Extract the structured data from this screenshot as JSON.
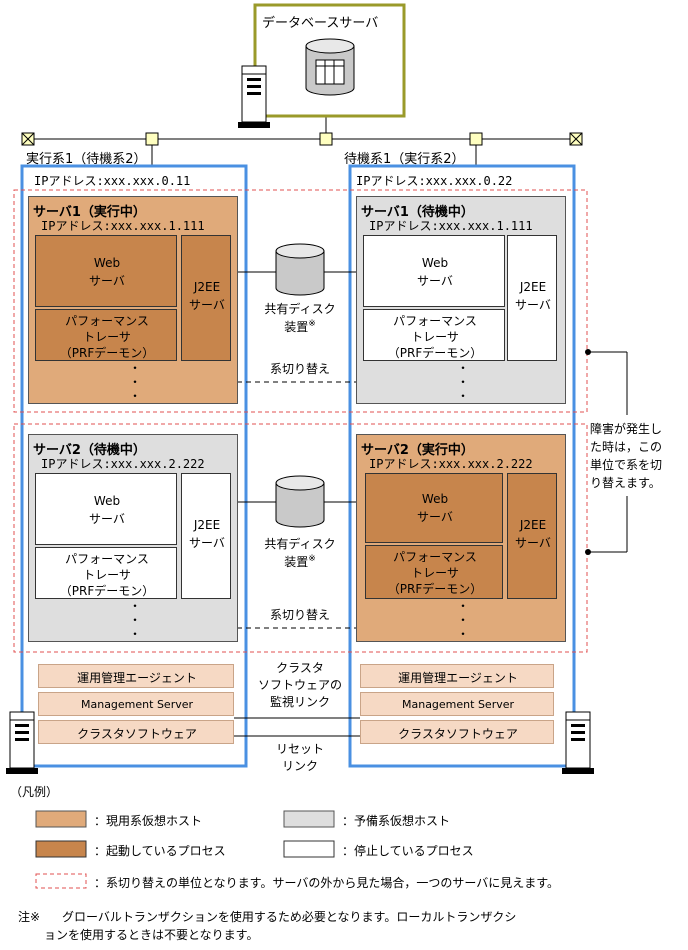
{
  "db": {
    "label": "データベースサーバ"
  },
  "left_system": {
    "label": "実行系1（待機系2）",
    "ip": "IPアドレス:xxx.xxx.0.11"
  },
  "right_system": {
    "label": "待機系1（実行系2）",
    "ip": "IPアドレス:xxx.xxx.0.22"
  },
  "servers": {
    "s1_left": {
      "title": "サーバ1（実行中）",
      "ip": "IPアドレス:xxx.xxx.1.111"
    },
    "s1_right": {
      "title": "サーバ1（待機中）",
      "ip": "IPアドレス:xxx.xxx.1.111"
    },
    "s2_left": {
      "title": "サーバ2（待機中）",
      "ip": "IPアドレス:xxx.xxx.2.222"
    },
    "s2_right": {
      "title": "サーバ2（実行中）",
      "ip": "IPアドレス:xxx.xxx.2.222"
    }
  },
  "process": {
    "web_line1": "Web",
    "web_line2": "サーバ",
    "perf_line1": "パフォーマンス",
    "perf_line2": "トレーサ",
    "perf_line3": "（PRFデーモン）",
    "j2ee_line1": "J2EE",
    "j2ee_line2": "サーバ",
    "ellipsis": "・"
  },
  "shared_disk": {
    "line1": "共有ディスク",
    "line2": "装置",
    "note": "※"
  },
  "switchover": {
    "label": "系切り替え"
  },
  "side_note": {
    "text": [
      "障害が発生し",
      "た時は，この",
      "単位で系を切",
      "り替えます。"
    ]
  },
  "bottom": {
    "agent": "運用管理エージェント",
    "mgmt": "Management Server",
    "cluster": "クラスタソフトウェア",
    "monitor_link": [
      "クラスタ",
      "ソフトウェアの",
      "監視リンク"
    ],
    "reset_link": [
      "リセット",
      "リンク"
    ]
  },
  "legend": {
    "title": "（凡例）",
    "active_host": "：現用系仮想ホスト",
    "standby_host": "：予備系仮想ホスト",
    "running_proc": "：起動しているプロセス",
    "stopped_proc": "：停止しているプロセス",
    "switch_unit": "：系切り替えの単位となります。サーバの外から見た場合，一つのサーバに見えます。"
  },
  "footnote": {
    "mark": "注※",
    "line1": "グローバルトランザクションを使用するため必要となります。ローカルトランザクシ",
    "line2": "ョンを使用するときは不要となります。"
  },
  "colors": {
    "active_host": "#e0aa7a",
    "standby_host": "#dedede",
    "running_process": "#c7854c",
    "stopped_process": "#ffffff",
    "system_border": "#4a90e2",
    "db_border": "#9a9a2a",
    "dashed": "#e05050"
  }
}
